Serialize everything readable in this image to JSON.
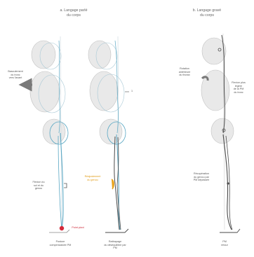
{
  "titles": {
    "a": [
      "a. Langage parlé",
      "du corps"
    ],
    "b": [
      "b. Langage gravé",
      "du corps"
    ]
  },
  "labels": {
    "bascule": [
      "Basculement",
      "du tronc",
      "vers l'avant"
    ],
    "flexion": [
      "Flexion du",
      "sol et du",
      "genou"
    ],
    "point_pivot": "Point pivot",
    "posture": [
      "Posture",
      "compensatoire PM"
    ],
    "recuperation": [
      "Réajustement",
      "du genou"
    ],
    "rattrapage": [
      "Rattrapage",
      "du déséquilibre par",
      "PM"
    ],
    "rotation": [
      "Rotation",
      "antérieure",
      "du thorax"
    ],
    "flexion_plus": [
      "Flexion plus",
      "légère",
      "de la PM",
      "du tronc"
    ],
    "recuperation_genou": [
      "Récupération",
      "du genou par",
      "PM dépassée"
    ],
    "pm_retour": [
      "PM",
      "retour"
    ]
  },
  "markers": {
    "rotation_marker": "1"
  },
  "colors": {
    "body_fill": "#e9e9e9",
    "body_stroke": "#c2c2c2",
    "blue": "#5ba8c4",
    "dark": "#4a4a4a",
    "orange": "#e8a21a",
    "red": "#d42a3a",
    "arrow": "#7a7a7a"
  }
}
